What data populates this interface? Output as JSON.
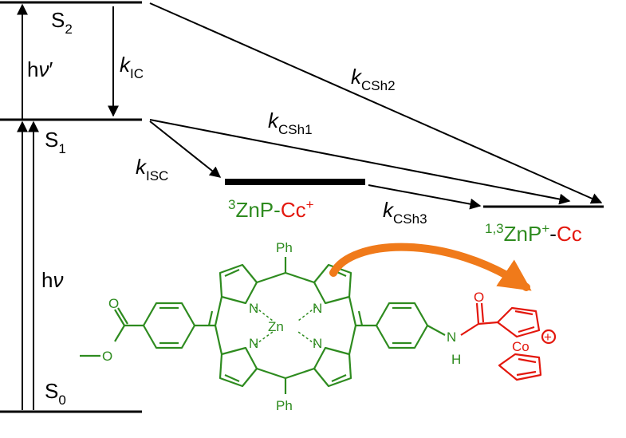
{
  "colors": {
    "black": "#000000",
    "green": "#2e8b1f",
    "red": "#e3170d",
    "orange": "#f07a1a"
  },
  "states": {
    "s2": {
      "base": "S",
      "sub": "2"
    },
    "s1": {
      "base": "S",
      "sub": "1"
    },
    "s0": {
      "base": "S",
      "sub": "0"
    },
    "triplet": {
      "sup": "3",
      "donor": "ZnP-",
      "acceptor": "Cc",
      "acc_sup": "+"
    },
    "cs": {
      "sup": "1,3",
      "donor": "ZnP",
      "donor_sup": "+",
      "dash": "-",
      "acceptor": "Cc"
    }
  },
  "excitation": {
    "hv_prime": {
      "h": "h",
      "nu": "ν",
      "prime": "′"
    },
    "hv": {
      "h": "h",
      "nu": "ν"
    }
  },
  "rates": {
    "kic": {
      "k": "k",
      "sub": "IC"
    },
    "kisc": {
      "k": "k",
      "sub": "ISC"
    },
    "kcsh1": {
      "k": "k",
      "sub": "CSh1"
    },
    "kcsh2": {
      "k": "k",
      "sub": "CSh2"
    },
    "kcsh3": {
      "k": "k",
      "sub": "CSh3"
    }
  },
  "molecule": {
    "ph_top": "Ph",
    "ph_bottom": "Ph",
    "zn": "Zn",
    "n_labels": [
      "N",
      "N",
      "N",
      "N"
    ],
    "ester_o_top": "O",
    "ester_o_bottom": "O",
    "amide_n": "N",
    "amide_h": "H",
    "amide_o": "O",
    "co": "Co",
    "plus_symbol": "+"
  }
}
